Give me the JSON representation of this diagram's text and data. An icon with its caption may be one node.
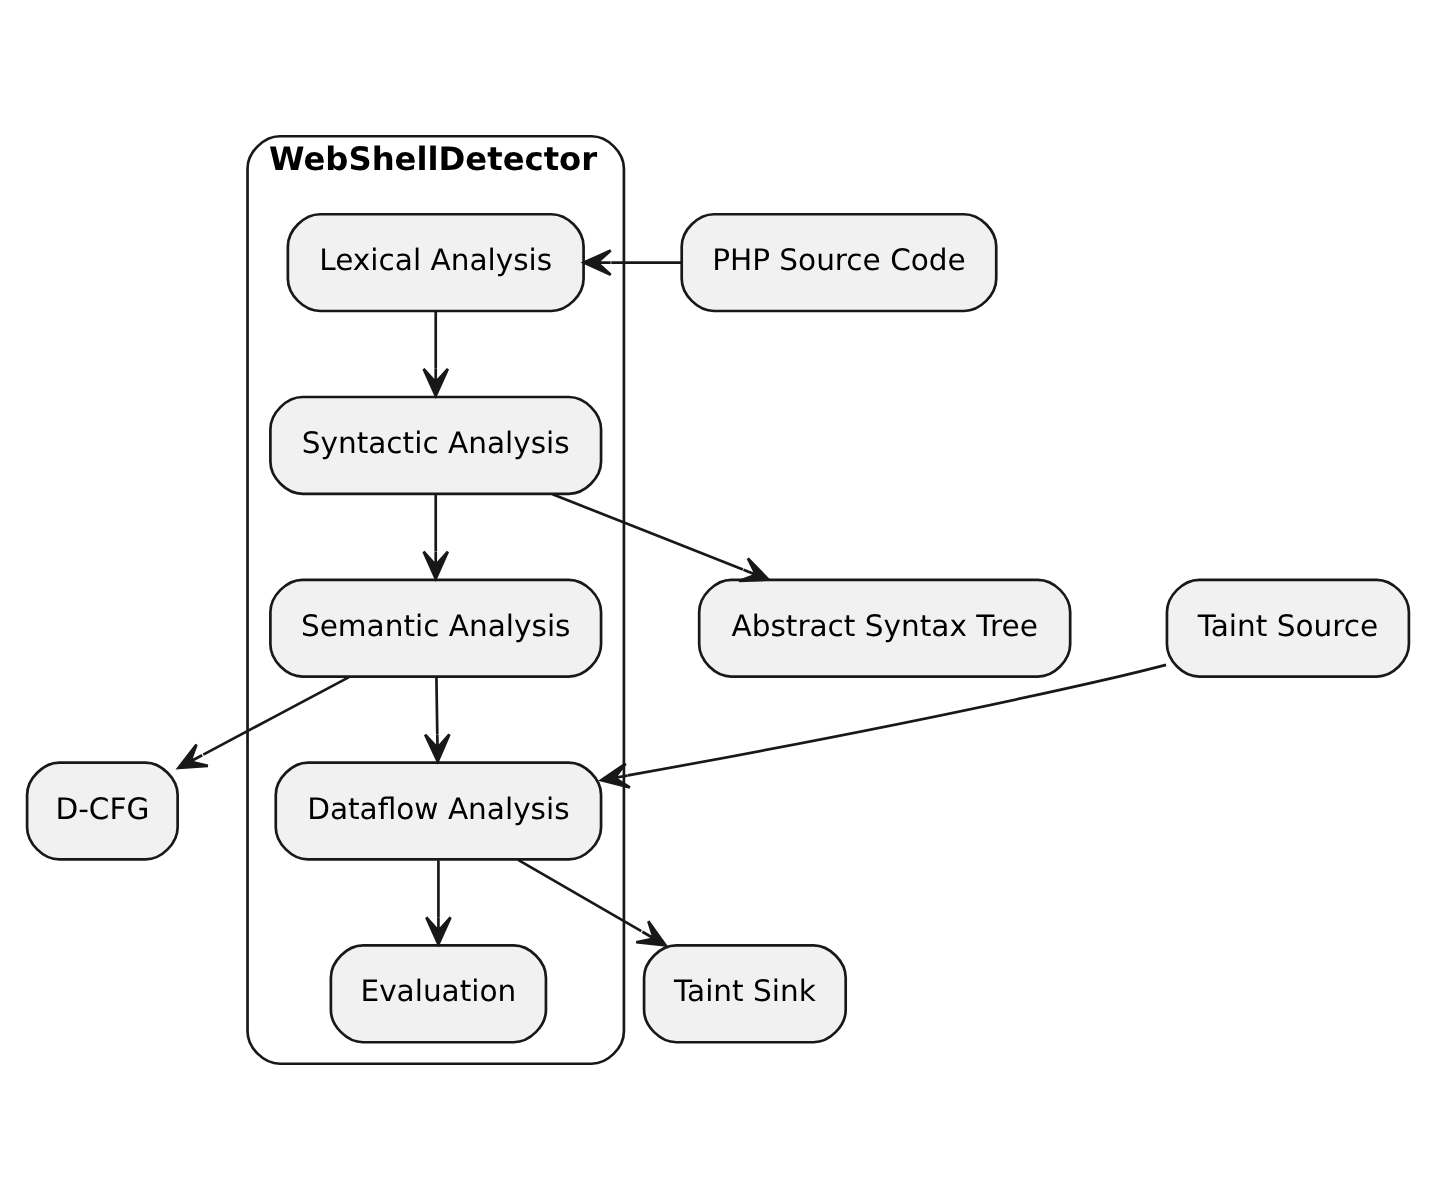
{
  "diagram": {
    "nodes": [
      {
        "text": [
          "WebShellDetector"
        ]
      },
      {
        "text": [
          "Lexical Analysis"
        ],
        "in": 0
      },
      {
        "text": [
          "PHP Source Code"
        ]
      },
      {
        "text": [
          "Syntactic Analysis"
        ],
        "in": 0
      },
      {
        "text": [
          "Abstract Syntax Tree"
        ]
      },
      {
        "text": [
          "Taint Sink"
        ]
      },
      {
        "text": [
          "Semantic Analysis"
        ],
        "in": 0
      },
      {
        "text": [
          "D-CFG"
        ]
      },
      {
        "text": [
          "Dataflow Analysis"
        ],
        "in": 0
      },
      {
        "text": [
          "Evaluation"
        ],
        "in": 0
      },
      {
        "text": [
          "Taint Source"
        ]
      }
    ],
    "edges": [
      {
        "from": 2,
        "to": 1,
        "arrow": "to"
      },
      {
        "from": 1,
        "to": 3,
        "arrow": "to"
      },
      {
        "from": 3,
        "to": 4,
        "arrow": "to"
      },
      {
        "from": 3,
        "to": 6,
        "arrow": "to"
      },
      {
        "from": 6,
        "to": 7,
        "arrow": "to"
      },
      {
        "from": 6,
        "to": 8,
        "arrow": "to"
      },
      {
        "from": 8,
        "to": 5,
        "arrow": "to"
      },
      {
        "from": 8,
        "to": 9,
        "arrow": "to"
      },
      {
        "from": 10,
        "to": 8,
        "arrow": "to"
      }
    ]
  }
}
